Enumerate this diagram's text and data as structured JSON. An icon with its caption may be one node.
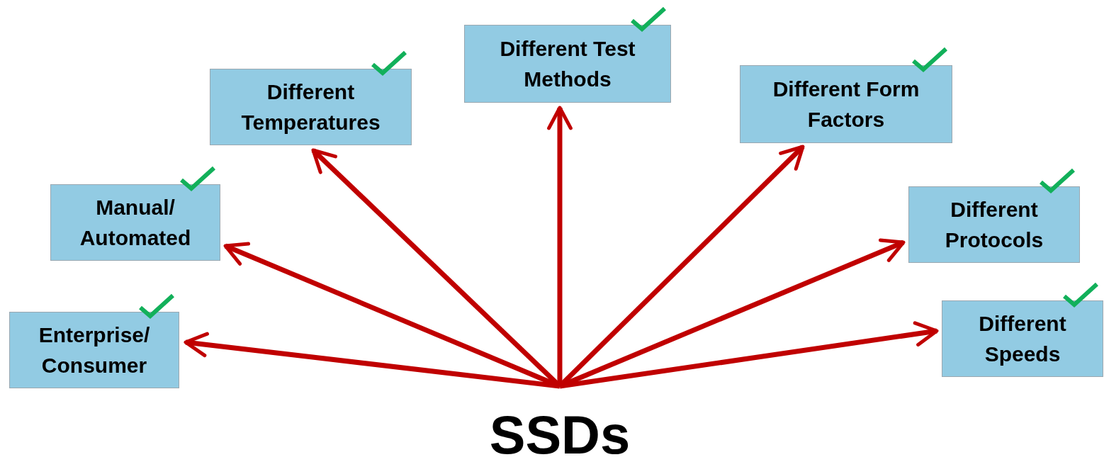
{
  "diagram": {
    "nodes": [
      {
        "text": [
          "SSDs"
        ]
      },
      {
        "text": [
          "Enterprise/ Consumer"
        ]
      },
      {
        "text": [
          "Manual/ Automated"
        ]
      },
      {
        "text": [
          "Different Temperatures"
        ]
      },
      {
        "text": [
          "Different Test Methods"
        ]
      },
      {
        "text": [
          "Different Form Factors"
        ]
      },
      {
        "text": [
          "Different Protocols"
        ]
      },
      {
        "text": [
          "Different Speeds"
        ]
      }
    ],
    "edges": [
      {
        "from": 0,
        "to": 1,
        "arrow": "to"
      },
      {
        "from": 0,
        "to": 2,
        "arrow": "to"
      },
      {
        "from": 0,
        "to": 3,
        "arrow": "to"
      },
      {
        "from": 0,
        "to": 4,
        "arrow": "to"
      },
      {
        "from": 0,
        "to": 5,
        "arrow": "to"
      },
      {
        "from": 0,
        "to": 6,
        "arrow": "to"
      },
      {
        "from": 0,
        "to": 7,
        "arrow": "to"
      }
    ]
  }
}
